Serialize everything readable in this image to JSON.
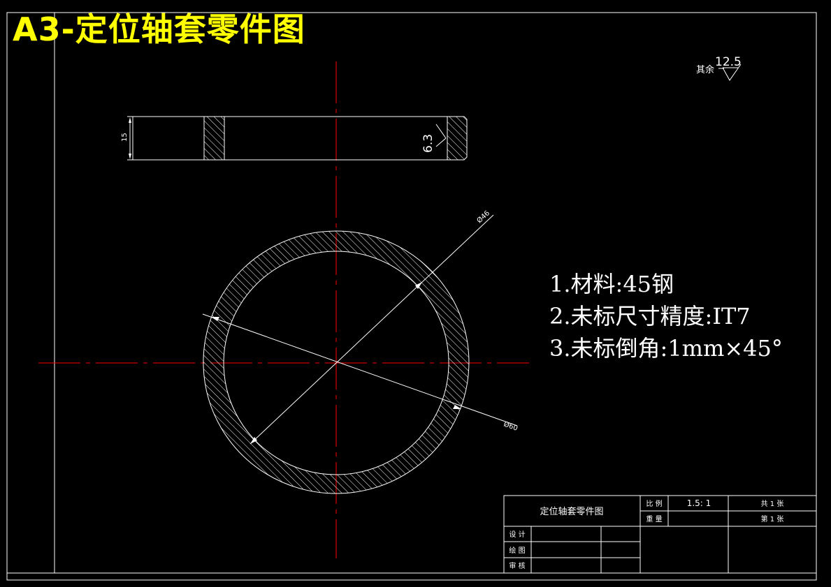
{
  "title": "A3-定位轴套零件图",
  "roughness": {
    "label": "其余",
    "value": "12.5",
    "local_value": "6.3"
  },
  "dimensions": {
    "thickness": "15",
    "inner_diameter": "Ø46",
    "outer_diameter": "Ø60"
  },
  "notes": [
    "1.材料:45钢",
    "2.未标尺寸精度:IT7",
    "3.未标倒角:1mm×45°"
  ],
  "title_block": {
    "drawing_name": "定位轴套零件图",
    "scale_label": "比 例",
    "scale_value": "1.5: 1",
    "weight_label": "重 量",
    "total_sheets": "共 1 张",
    "sheet_number": "第 1 张",
    "designed_label": "设 计",
    "drawn_label": "绘 图",
    "checked_label": "审 核"
  },
  "colors": {
    "background": "#000000",
    "lines": "#ffffff",
    "centerline": "#ff0000",
    "title": "#ffff00"
  }
}
